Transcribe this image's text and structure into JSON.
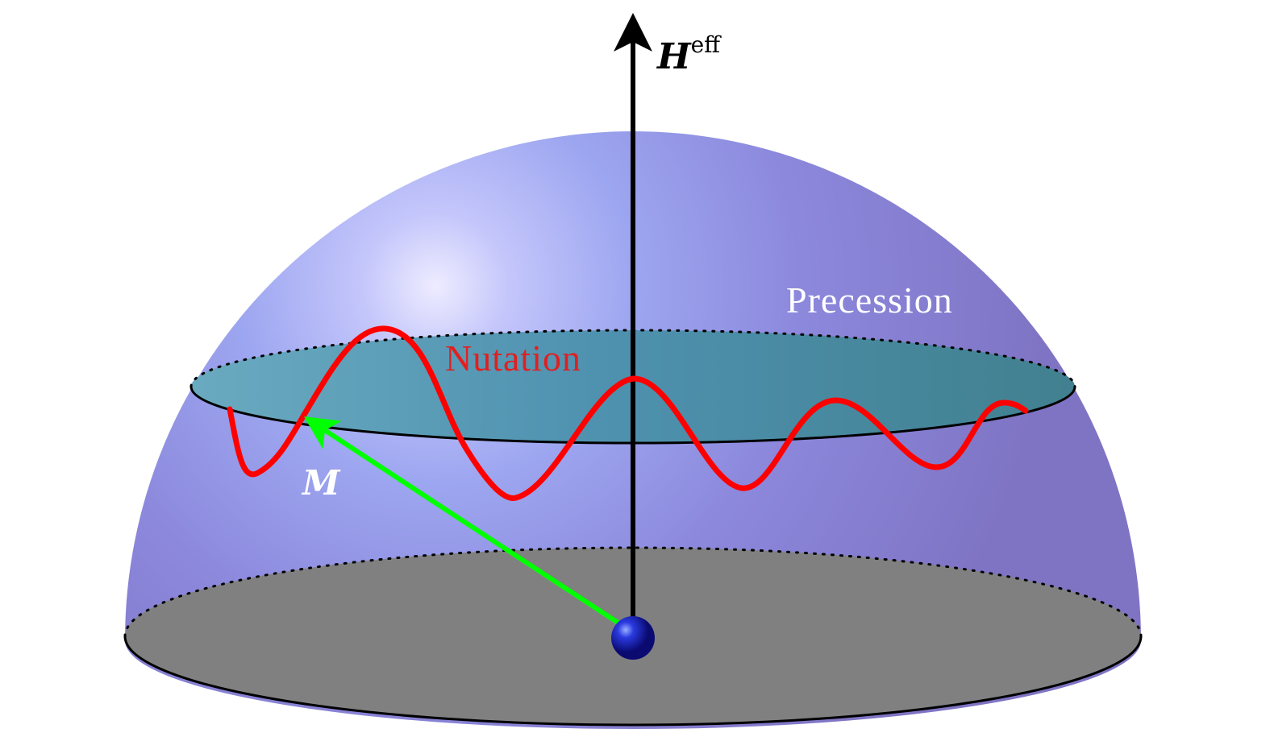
{
  "labels": {
    "field_main": "H",
    "field_sup": "eff",
    "precession": "Precession",
    "nutation": "Nutation",
    "magnetization": "M"
  },
  "colors": {
    "dome_light": "#e8e6ff",
    "dome_mid": "#9aa3f0",
    "dome_dark": "#8a80d0",
    "precession_disk": "#4f92a8",
    "base_disk": "#808080",
    "nutation_curve": "#ff0000",
    "magnetization_vector": "#00ff00",
    "field_axis": "#000000",
    "origin_sphere": "#1a1ab0",
    "label_light": "#ffffff",
    "label_nutation": "#e02020"
  }
}
